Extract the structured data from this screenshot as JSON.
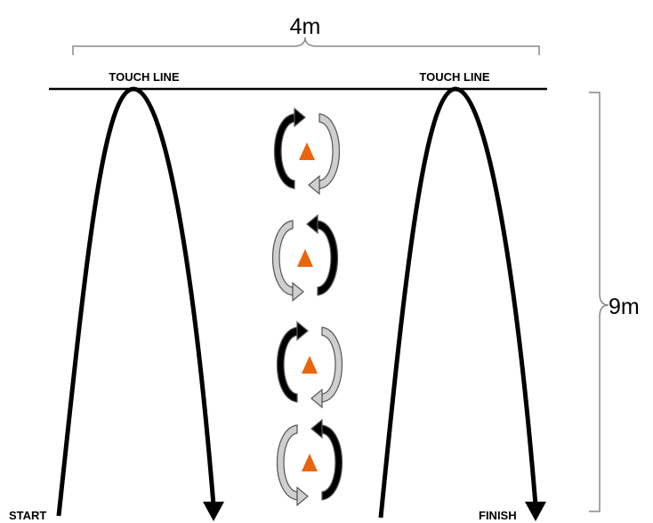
{
  "dimensions": {
    "width_label": "4m",
    "height_label": "9m"
  },
  "labels": {
    "touch_line_left": "TOUCH LINE",
    "touch_line_right": "TOUCH LINE",
    "start": "START",
    "finish": "FINISH"
  },
  "cones": {
    "count": 4,
    "color": "#e8650c"
  },
  "colors": {
    "path": "#000000",
    "arrow_dark": "#000000",
    "arrow_light": "#cfcfcf"
  }
}
